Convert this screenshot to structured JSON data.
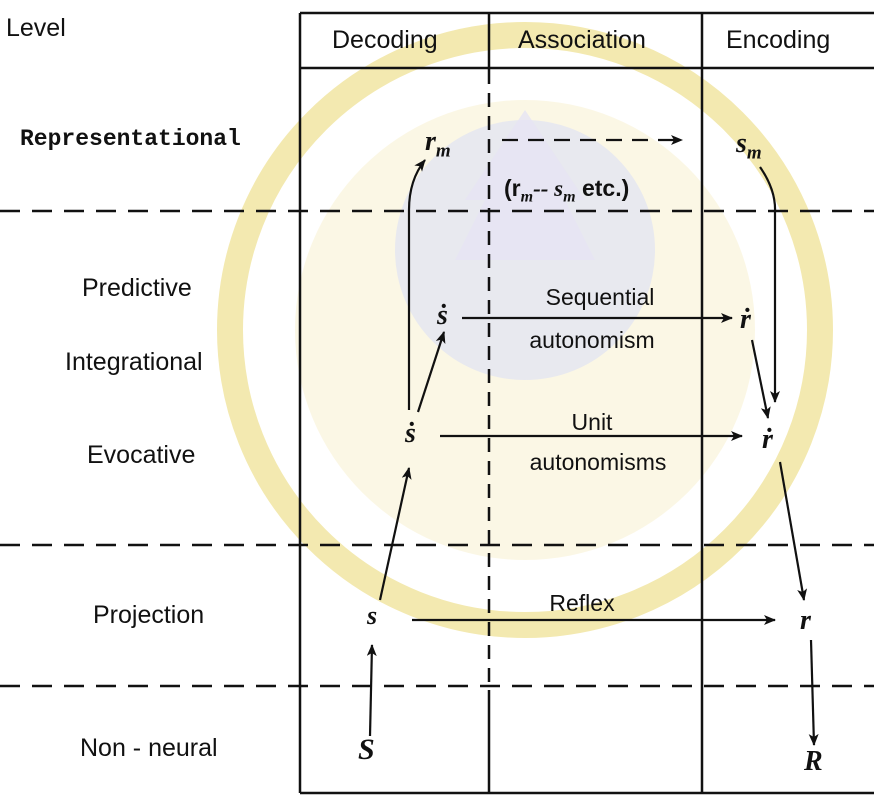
{
  "level_column_label": "Level",
  "columns": [
    "Decoding",
    "Association",
    "Encoding"
  ],
  "levels": {
    "representational": "Representational",
    "predictive": "Predictive",
    "integrational": "Integrational",
    "evocative": "Evocative",
    "projection": "Projection",
    "non_neural": "Non - neural"
  },
  "symbols": {
    "r_m": {
      "base": "r",
      "sub": "m"
    },
    "s_m": {
      "base": "s",
      "sub": "m"
    },
    "s_dot_upper": "ṡ",
    "r_dot_upper": "ṙ",
    "s_dot_lower": "ṡ",
    "r_dot_lower": "ṙ",
    "s": "s",
    "r": "r",
    "S": "S",
    "R": "R"
  },
  "association_labels": {
    "rep_note": "(r",
    "rep_note_sub": "m",
    "rep_note_mid": "-- s",
    "rep_note_sub2": "m",
    "rep_note_tail": " etc.)",
    "sequential_line1": "Sequential",
    "sequential_line2": "autonomism",
    "unit_line1": "Unit",
    "unit_line2": "autonomisms",
    "reflex": "Reflex"
  }
}
